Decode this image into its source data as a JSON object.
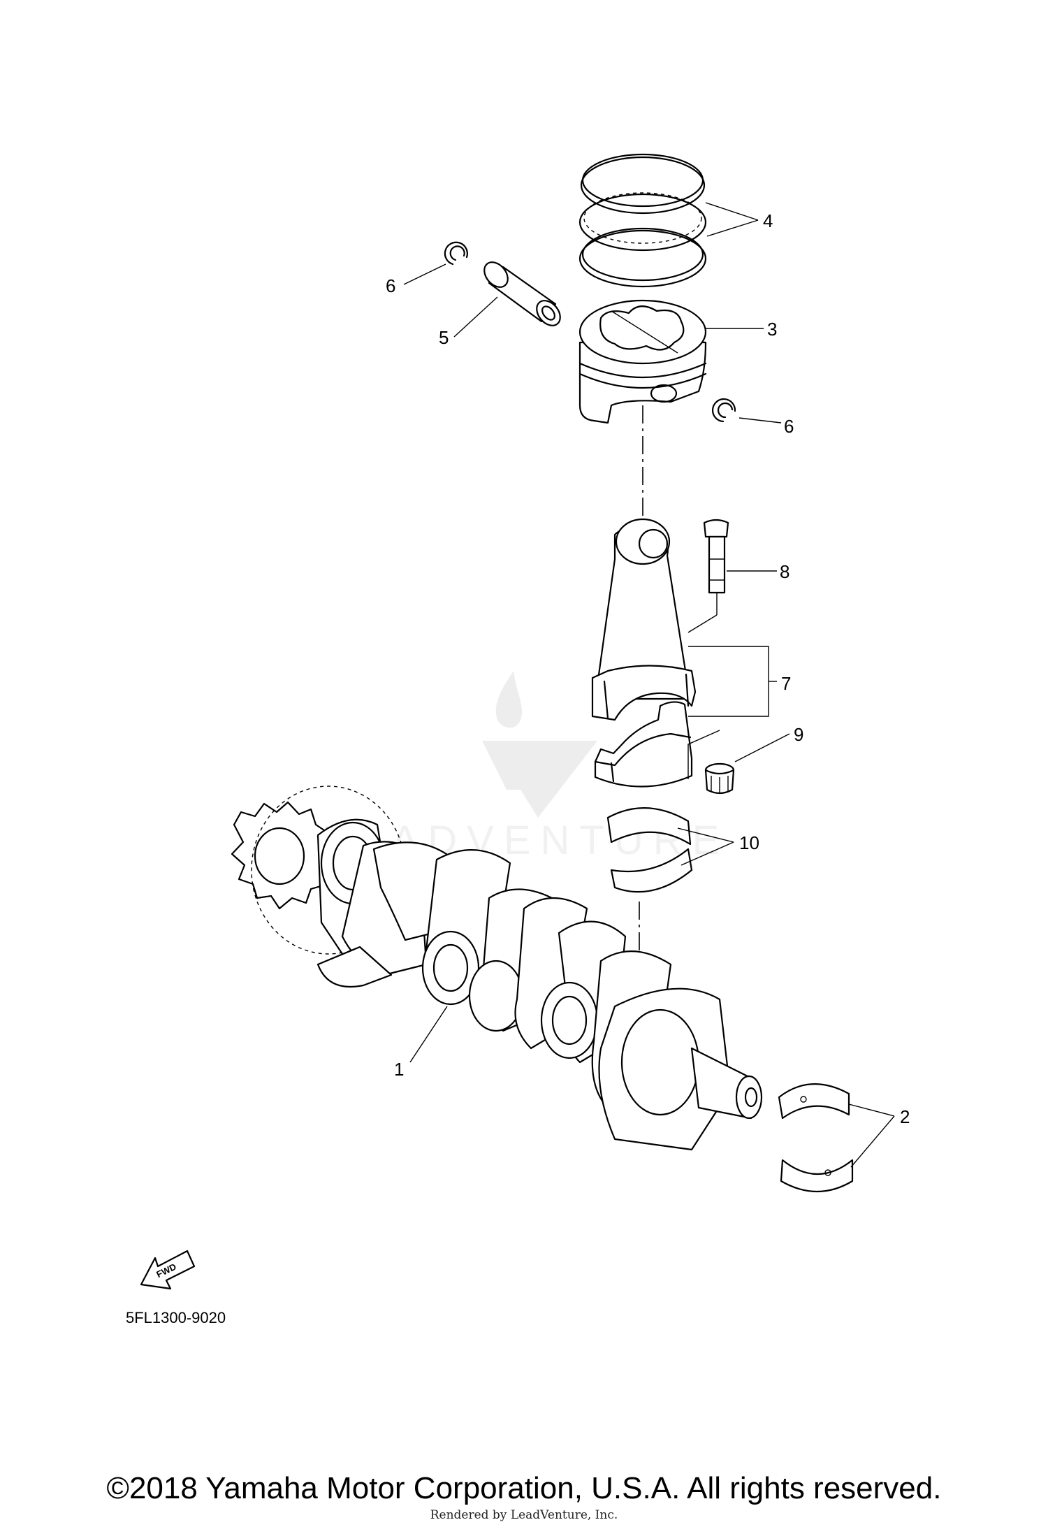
{
  "callouts": {
    "c1": "1",
    "c2": "2",
    "c3": "3",
    "c4": "4",
    "c5": "5",
    "c6a": "6",
    "c6b": "6",
    "c7": "7",
    "c8": "8",
    "c9": "9",
    "c10": "10"
  },
  "fwd_label": "FWD",
  "catalog_code": "5FL1300-9020",
  "copyright": "©2018 Yamaha Motor Corporation, U.S.A. All rights reserved.",
  "rendered_by": "Rendered by LeadVenture, Inc.",
  "watermark_text": "LEADVENTURE",
  "colors": {
    "line": "#000000",
    "background": "#ffffff",
    "watermark": "#e6e6e6"
  },
  "icons": {
    "fwd_arrow": "fwd-arrow-icon",
    "watermark_logo": "leadventure-logo-icon"
  }
}
